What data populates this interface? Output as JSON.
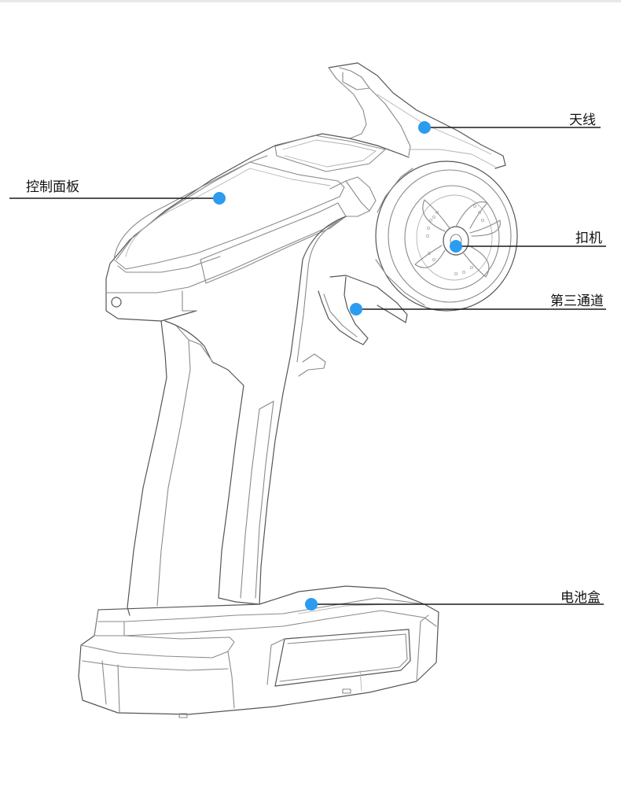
{
  "callouts": [
    {
      "id": "antenna",
      "label": "天线"
    },
    {
      "id": "control-panel",
      "label": "控制面板"
    },
    {
      "id": "trigger",
      "label": "扣机"
    },
    {
      "id": "third-channel",
      "label": "第三通道"
    },
    {
      "id": "battery-box",
      "label": "电池盒"
    }
  ],
  "colors": {
    "dot": "#2b9cf0",
    "line": "#1a1a1a",
    "outline": "#8a8a8a"
  }
}
